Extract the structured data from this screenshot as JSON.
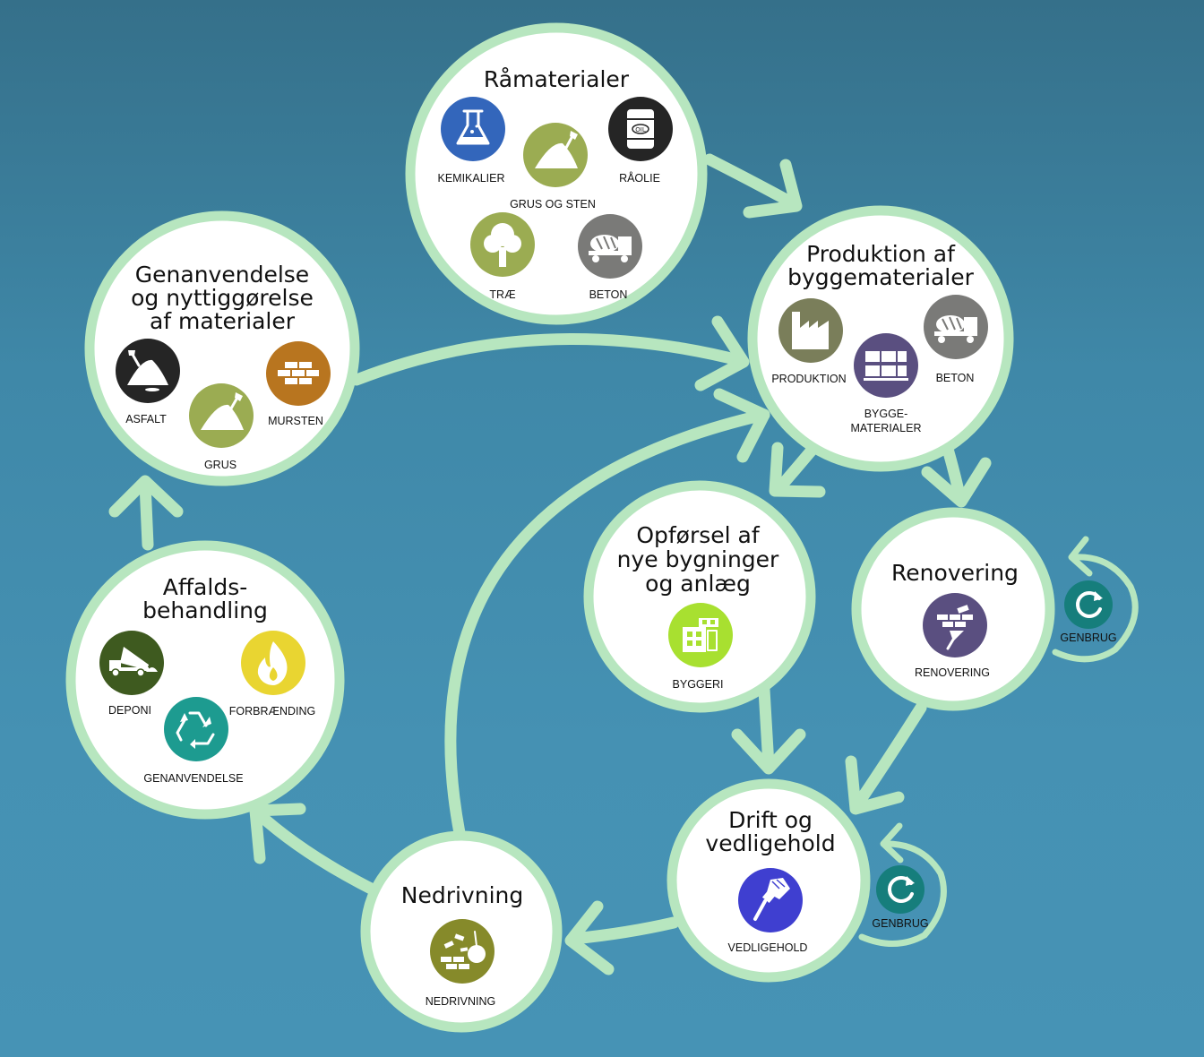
{
  "colors": {
    "arrow": "#b7e6bf",
    "circle_fill": "#ffffff",
    "background": "#4591b3",
    "blue": "#3366bb",
    "olive": "#9bac52",
    "black": "#252525",
    "gray": "#7a7a78",
    "dark_olive": "#7a7e5a",
    "purple": "#5a4f80",
    "orange": "#b8751f",
    "lime": "#a8e030",
    "dark_green": "#3e5a1f",
    "yellow": "#e9d531",
    "teal": "#1d9b90",
    "dark_teal": "#167e7c",
    "violet_blue": "#3f3fd0",
    "moss": "#868a2a"
  },
  "nodes": {
    "raamaterialer": {
      "title": [
        "Råmaterialer"
      ],
      "items": [
        {
          "label": "KEMIKALIER",
          "icon": "flask-icon",
          "color": "#3366bb"
        },
        {
          "label": "GRUS OG STEN",
          "icon": "gravel-pile-icon",
          "color": "#9bac52"
        },
        {
          "label": "RÅOLIE",
          "icon": "oil-barrel-icon",
          "color": "#252525"
        },
        {
          "label": "TRÆ",
          "icon": "tree-icon",
          "color": "#9bac52"
        },
        {
          "label": "BETON",
          "icon": "cement-mixer-icon",
          "color": "#7a7a78"
        }
      ]
    },
    "produktion": {
      "title": [
        "Produktion af",
        "byggematerialer"
      ],
      "items": [
        {
          "label": "PRODUKTION",
          "icon": "factory-icon",
          "color": "#7a7e5a"
        },
        {
          "label": [
            "BYGGE-",
            "MATERIALER"
          ],
          "icon": "pallets-icon",
          "color": "#5a4f80"
        },
        {
          "label": "BETON",
          "icon": "cement-mixer-icon",
          "color": "#7a7a78"
        }
      ]
    },
    "genanvendelse": {
      "title": [
        "Genanvendelse",
        "og nyttiggørelse",
        "af materialer"
      ],
      "items": [
        {
          "label": "ASFALT",
          "icon": "asphalt-pile-icon",
          "color": "#252525"
        },
        {
          "label": "GRUS",
          "icon": "gravel-pile-icon",
          "color": "#9bac52"
        },
        {
          "label": "MURSTEN",
          "icon": "bricks-icon",
          "color": "#b8751f"
        }
      ]
    },
    "opfoersel": {
      "title": [
        "Opførsel af",
        "nye bygninger",
        "og anlæg"
      ],
      "items": [
        {
          "label": "BYGGERI",
          "icon": "building-icon",
          "color": "#a8e030"
        }
      ]
    },
    "renovering": {
      "title": [
        "Renovering"
      ],
      "items": [
        {
          "label": "RENOVERING",
          "icon": "trowel-wall-icon",
          "color": "#5a4f80"
        }
      ]
    },
    "affald": {
      "title": [
        "Affalds-",
        "behandling"
      ],
      "items": [
        {
          "label": "DEPONI",
          "icon": "dump-truck-icon",
          "color": "#3e5a1f"
        },
        {
          "label": "FORBRÆNDING",
          "icon": "flame-icon",
          "color": "#e9d531"
        },
        {
          "label": "GENANVENDELSE",
          "icon": "recycle-icon",
          "color": "#1d9b90"
        }
      ]
    },
    "drift": {
      "title": [
        "Drift og",
        "vedligehold"
      ],
      "items": [
        {
          "label": "VEDLIGEHOLD",
          "icon": "paintbrush-icon",
          "color": "#3f3fd0"
        }
      ]
    },
    "nedrivning": {
      "title": [
        "Nedrivning"
      ],
      "items": [
        {
          "label": "NEDRIVNING",
          "icon": "wrecking-ball-icon",
          "color": "#868a2a"
        }
      ]
    }
  },
  "loops": {
    "renovering": {
      "label": "GENBRUG",
      "icon": "refresh-icon",
      "color": "#167e7c"
    },
    "drift": {
      "label": "GENBRUG",
      "icon": "refresh-icon",
      "color": "#167e7c"
    }
  }
}
